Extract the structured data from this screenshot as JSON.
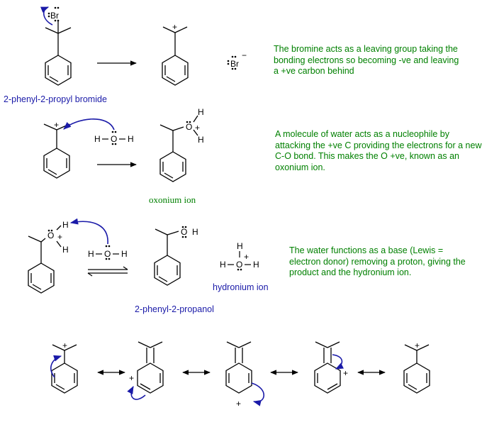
{
  "labels": {
    "bromide": "2-phenyl-2-propyl bromide",
    "oxonium": "oxonium ion",
    "propanol": "2-phenyl-2-propanol",
    "hydronium": "hydronium ion"
  },
  "descriptions": {
    "step1": "The bromine acts as a leaving group taking the bonding electrons so becoming -ve and leaving a +ve carbon behind",
    "step2": "A molecule of water acts as a nucleophile by attacking the +ve C providing the electrons for a new C-O bond. This makes the O +ve, known as an oxonium ion.",
    "step3": "The water functions as a base (Lewis = electron donor) removing a proton, giving the product and the hydronium ion."
  },
  "atoms": {
    "Br": "Br",
    "bromide_ion": "Br",
    "H": "H",
    "O": "O"
  },
  "charges": {
    "plus": "+",
    "minus": "−"
  },
  "colors": {
    "description_text": "#008000",
    "name_label": "#1a1aa8",
    "curved_arrow": "#1a1aa8",
    "structure": "#000000"
  }
}
